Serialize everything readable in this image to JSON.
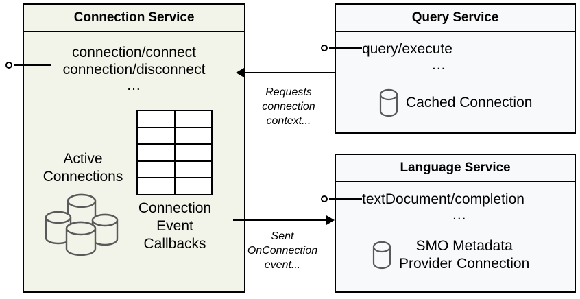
{
  "diagram": {
    "title": "Connection Service architecture diagram",
    "colors": {
      "connection_service_fill": "#F2F4E9",
      "query_service_fill": "#F8F9FB",
      "language_service_fill": "#F8F9FB",
      "border": "#000000",
      "icon_stroke": "#595959",
      "text": "#000000"
    }
  },
  "components": {
    "connection_service": {
      "title": "Connection Service",
      "operations": [
        "connection/connect",
        "connection/disconnect"
      ],
      "ellipsis": "...",
      "artifacts": {
        "active_connections": {
          "label_line1": "Active",
          "label_line2": "Connections",
          "icon": "database-stack-icon"
        },
        "connection_event_callbacks": {
          "label_line1": "Connection",
          "label_line2": "Event",
          "label_line3": "Callbacks",
          "icon": "table-icon",
          "rows": 5,
          "columns": 2
        }
      },
      "interface": {
        "icon": "lollipop-provided-interface-icon"
      }
    },
    "query_service": {
      "title": "Query Service",
      "operations": [
        "query/execute"
      ],
      "ellipsis": "...",
      "artifacts": {
        "cached_connection": {
          "label": "Cached Connection",
          "icon": "database-cylinder-icon"
        }
      },
      "interface": {
        "icon": "lollipop-provided-interface-icon"
      }
    },
    "language_service": {
      "title": "Language Service",
      "operations": [
        "textDocument/completion"
      ],
      "ellipsis": "...",
      "artifacts": {
        "smo_metadata_provider_connection": {
          "label_line1": "SMO Metadata",
          "label_line2": "Provider Connection",
          "icon": "database-cylinder-icon"
        }
      },
      "interface": {
        "icon": "lollipop-provided-interface-icon"
      }
    }
  },
  "connectors": [
    {
      "id": "query-to-connection",
      "from": "query_service",
      "to": "connection_service",
      "direction": "left",
      "label_line1": "Requests",
      "label_line2": "connection",
      "label_line3": "context..."
    },
    {
      "id": "connection-to-language",
      "from": "connection_service",
      "to": "language_service",
      "direction": "right",
      "label_line1": "Sent",
      "label_line2": "OnConnection",
      "label_line3": "event..."
    }
  ]
}
